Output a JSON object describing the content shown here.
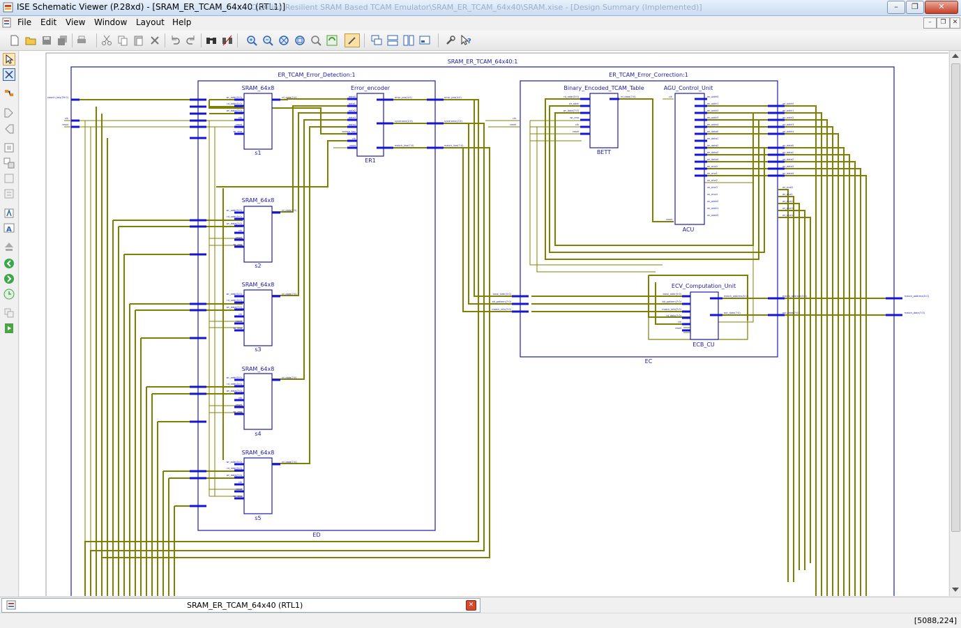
{
  "window": {
    "title": "ISE Schematic Viewer (P.28xd) - [SRAM_ER_TCAM_64x40 (RTL1)]",
    "faded_path": "C:\\Xilinx Resilient SRAM Based TCAM Emulator\\SRAM_ER_TCAM_64x40\\SRAM.xise - [Design Summary (Implemented)]"
  },
  "menu": [
    "File",
    "Edit",
    "View",
    "Window",
    "Layout",
    "Help"
  ],
  "schematic": {
    "top": "SRAM_ER_TCAM_64x40:1",
    "ed": {
      "title": "ER_TCAM_Error_Detection:1",
      "inst": "ED"
    },
    "ec": {
      "title": "ER_TCAM_Error_Correction:1",
      "inst": "EC"
    },
    "sram_type": "SRAM_64x8",
    "srams": [
      "s1",
      "s2",
      "s3",
      "s4",
      "s5"
    ],
    "encoder": {
      "type": "Error_encoder",
      "inst": "ER1"
    },
    "bett": {
      "type": "Binary_Encoded_TCAM_Table",
      "inst": "BETT"
    },
    "agu": {
      "type": "AGU_Control_Unit",
      "inst": "ACU"
    },
    "ecv": {
      "type": "ECV_Computation_Unit",
      "inst": "ECB_CU"
    },
    "pins": {
      "top_in": [
        "search_key(39:0)",
        "clk",
        "reset"
      ],
      "sram_in": [
        "wr_addr(5:0)",
        "rd_addr(5:0)",
        "wr_data(7:0)",
        "clk",
        "reset",
        "wr_ena"
      ],
      "sram_out": [
        "rd_data(7:0)"
      ],
      "enc_in": [
        "data0",
        "data1",
        "data2",
        "data3",
        "data4",
        "search_key",
        "clk",
        "reset"
      ],
      "enc_out": [
        "error_pos(4:0)",
        "syndrome(2:0)",
        "match_line(7:0)"
      ],
      "bett_in": [
        "rd_addr(5:0)",
        "wr_addr",
        "wr_data(7:0)",
        "wr_ena",
        "clk",
        "reset"
      ],
      "agu_out": [
        "wr_addr0",
        "wr_addr1",
        "wr_addr2",
        "wr_addr3",
        "wr_addr4",
        "wr_data0",
        "wr_data1",
        "wr_data2",
        "wr_data3",
        "wr_data4",
        "wr_ena0",
        "wr_ena1",
        "wr_ena2",
        "wr_ena3",
        "wr_ena4"
      ],
      "ecv_in": [
        "base_addr(5:0)",
        "bit_pattern(7:0)",
        "match_info(7:0)",
        "rd_data(7:0)",
        "clk",
        "reset"
      ],
      "ecv_out": [
        "match_address(5:0)",
        "out_data(7:0)"
      ],
      "top_out": [
        "match_address(5:0)",
        "match_data(7:0)"
      ]
    }
  },
  "tab": {
    "label": "SRAM_ER_TCAM_64x40 (RTL1)"
  },
  "status": {
    "coords": "[5088,224]"
  }
}
